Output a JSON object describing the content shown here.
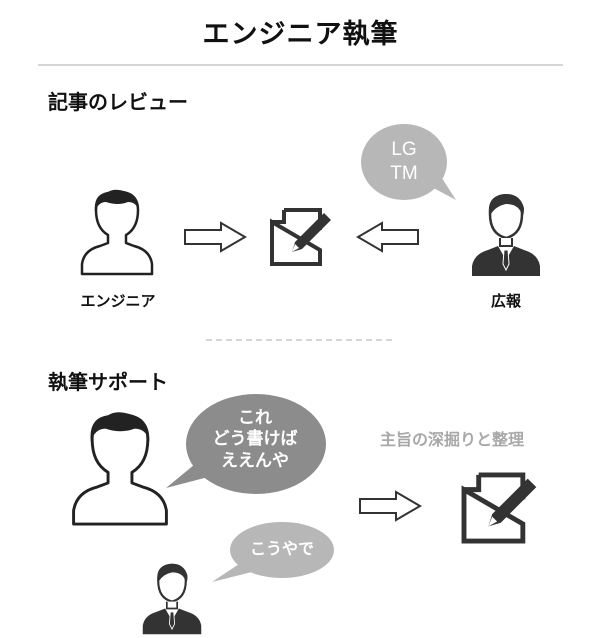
{
  "header": {
    "title": "エンジニア執筆"
  },
  "review": {
    "title": "記事のレビュー",
    "engineer_label": "エンジニア",
    "pr_label": "広報",
    "bubble_lines": [
      "LG",
      "TM"
    ]
  },
  "support": {
    "title": "執筆サポート",
    "engineer_bubble_lines": [
      "これ",
      "どう書けば",
      "ええんや"
    ],
    "pr_bubble": "こうやで",
    "caption": "主旨の深掘りと整理"
  },
  "colors": {
    "dark": "#333333",
    "line": "#222222",
    "bubble_dark": "#8c8c8c",
    "bubble_light": "#b7b7b7",
    "caption": "#a8a8a8",
    "rule": "#c8c8c8"
  },
  "icons": [
    "person-icon",
    "businessman-icon",
    "document-pen-icon",
    "arrow-right-icon",
    "arrow-left-icon"
  ]
}
